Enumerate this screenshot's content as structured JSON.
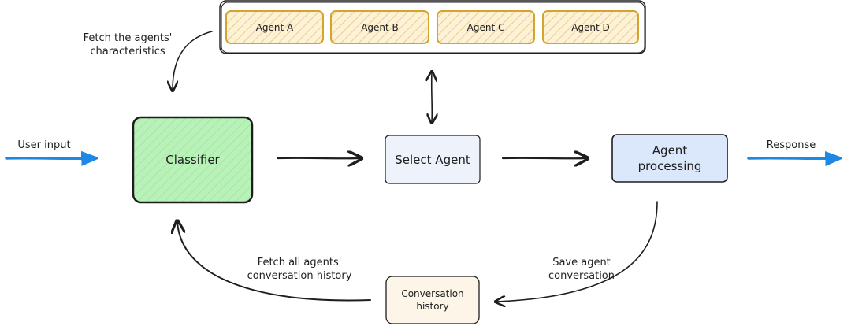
{
  "agents_panel": {
    "agents": [
      {
        "label": "Agent A"
      },
      {
        "label": "Agent B"
      },
      {
        "label": "Agent C"
      },
      {
        "label": "Agent D"
      }
    ]
  },
  "nodes": {
    "classifier": {
      "label": "Classifier"
    },
    "select_agent": {
      "label": "Select Agent"
    },
    "agent_processing": {
      "label_line1": "Agent",
      "label_line2": "processing"
    },
    "conversation_history": {
      "label_line1": "Conversation",
      "label_line2": "history"
    }
  },
  "edges": {
    "user_input": "User input",
    "response": "Response",
    "fetch_characteristics_line1": "Fetch the agents'",
    "fetch_characteristics_line2": "characteristics",
    "fetch_history_line1": "Fetch all agents'",
    "fetch_history_line2": "conversation history",
    "save_conversation_line1": "Save agent",
    "save_conversation_line2": "conversation"
  },
  "colors": {
    "stroke": "#1e1e1e",
    "accent_blue": "#1e88e5",
    "agent_fill": "#fdf1d6",
    "agent_border": "#d4a52c",
    "classifier_fill": "#b9f2b9",
    "select_agent_fill": "#eef3fb",
    "agent_processing_fill": "#dbe7fb",
    "history_fill": "#fdf6e8"
  }
}
